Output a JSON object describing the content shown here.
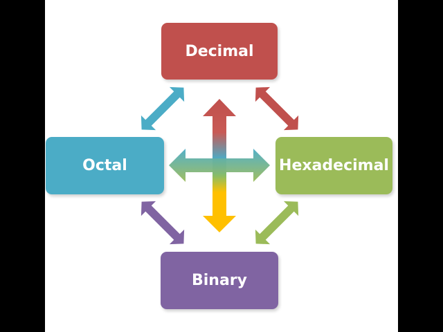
{
  "diagram": {
    "nodes": {
      "decimal": {
        "label": "Decimal",
        "color": "#c0504d"
      },
      "octal": {
        "label": "Octal",
        "color": "#4bacc6"
      },
      "hexadecimal": {
        "label": "Hexadecimal",
        "color": "#9bbb59"
      },
      "binary": {
        "label": "Binary",
        "color": "#8064a2"
      }
    },
    "edges": [
      {
        "from": "octal",
        "to": "decimal",
        "style": "double-arrow",
        "color": "#4bacc6"
      },
      {
        "from": "decimal",
        "to": "hexadecimal",
        "style": "double-arrow",
        "color": "#c0504d"
      },
      {
        "from": "octal",
        "to": "binary",
        "style": "double-arrow",
        "color": "#8064a2"
      },
      {
        "from": "binary",
        "to": "hexadecimal",
        "style": "double-arrow",
        "color": "#9bbb59"
      }
    ],
    "center_cross": {
      "style": "four-way-arrow",
      "gradient_colors": [
        "#c0504d",
        "#4bacc6",
        "#9bbb59",
        "#ffc000"
      ]
    }
  }
}
